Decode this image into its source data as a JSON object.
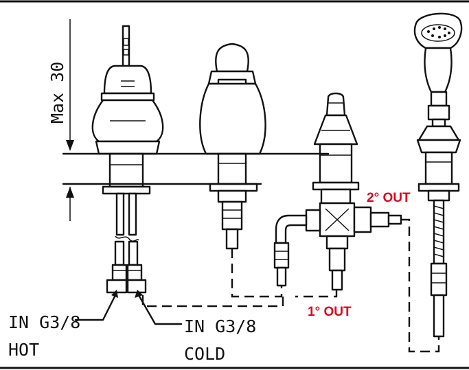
{
  "labels": {
    "dimension": "Max 30",
    "inlet_hot_line1": "IN G3/8",
    "inlet_hot_line2": "HOT",
    "inlet_cold_line1": "IN G3/8",
    "inlet_cold_line2": "COLD",
    "outlet_primary": "1° OUT",
    "outlet_secondary": "2° OUT"
  },
  "colors": {
    "line": "#111111",
    "outlet_label": "#e0001a",
    "background": "#ffffff"
  }
}
